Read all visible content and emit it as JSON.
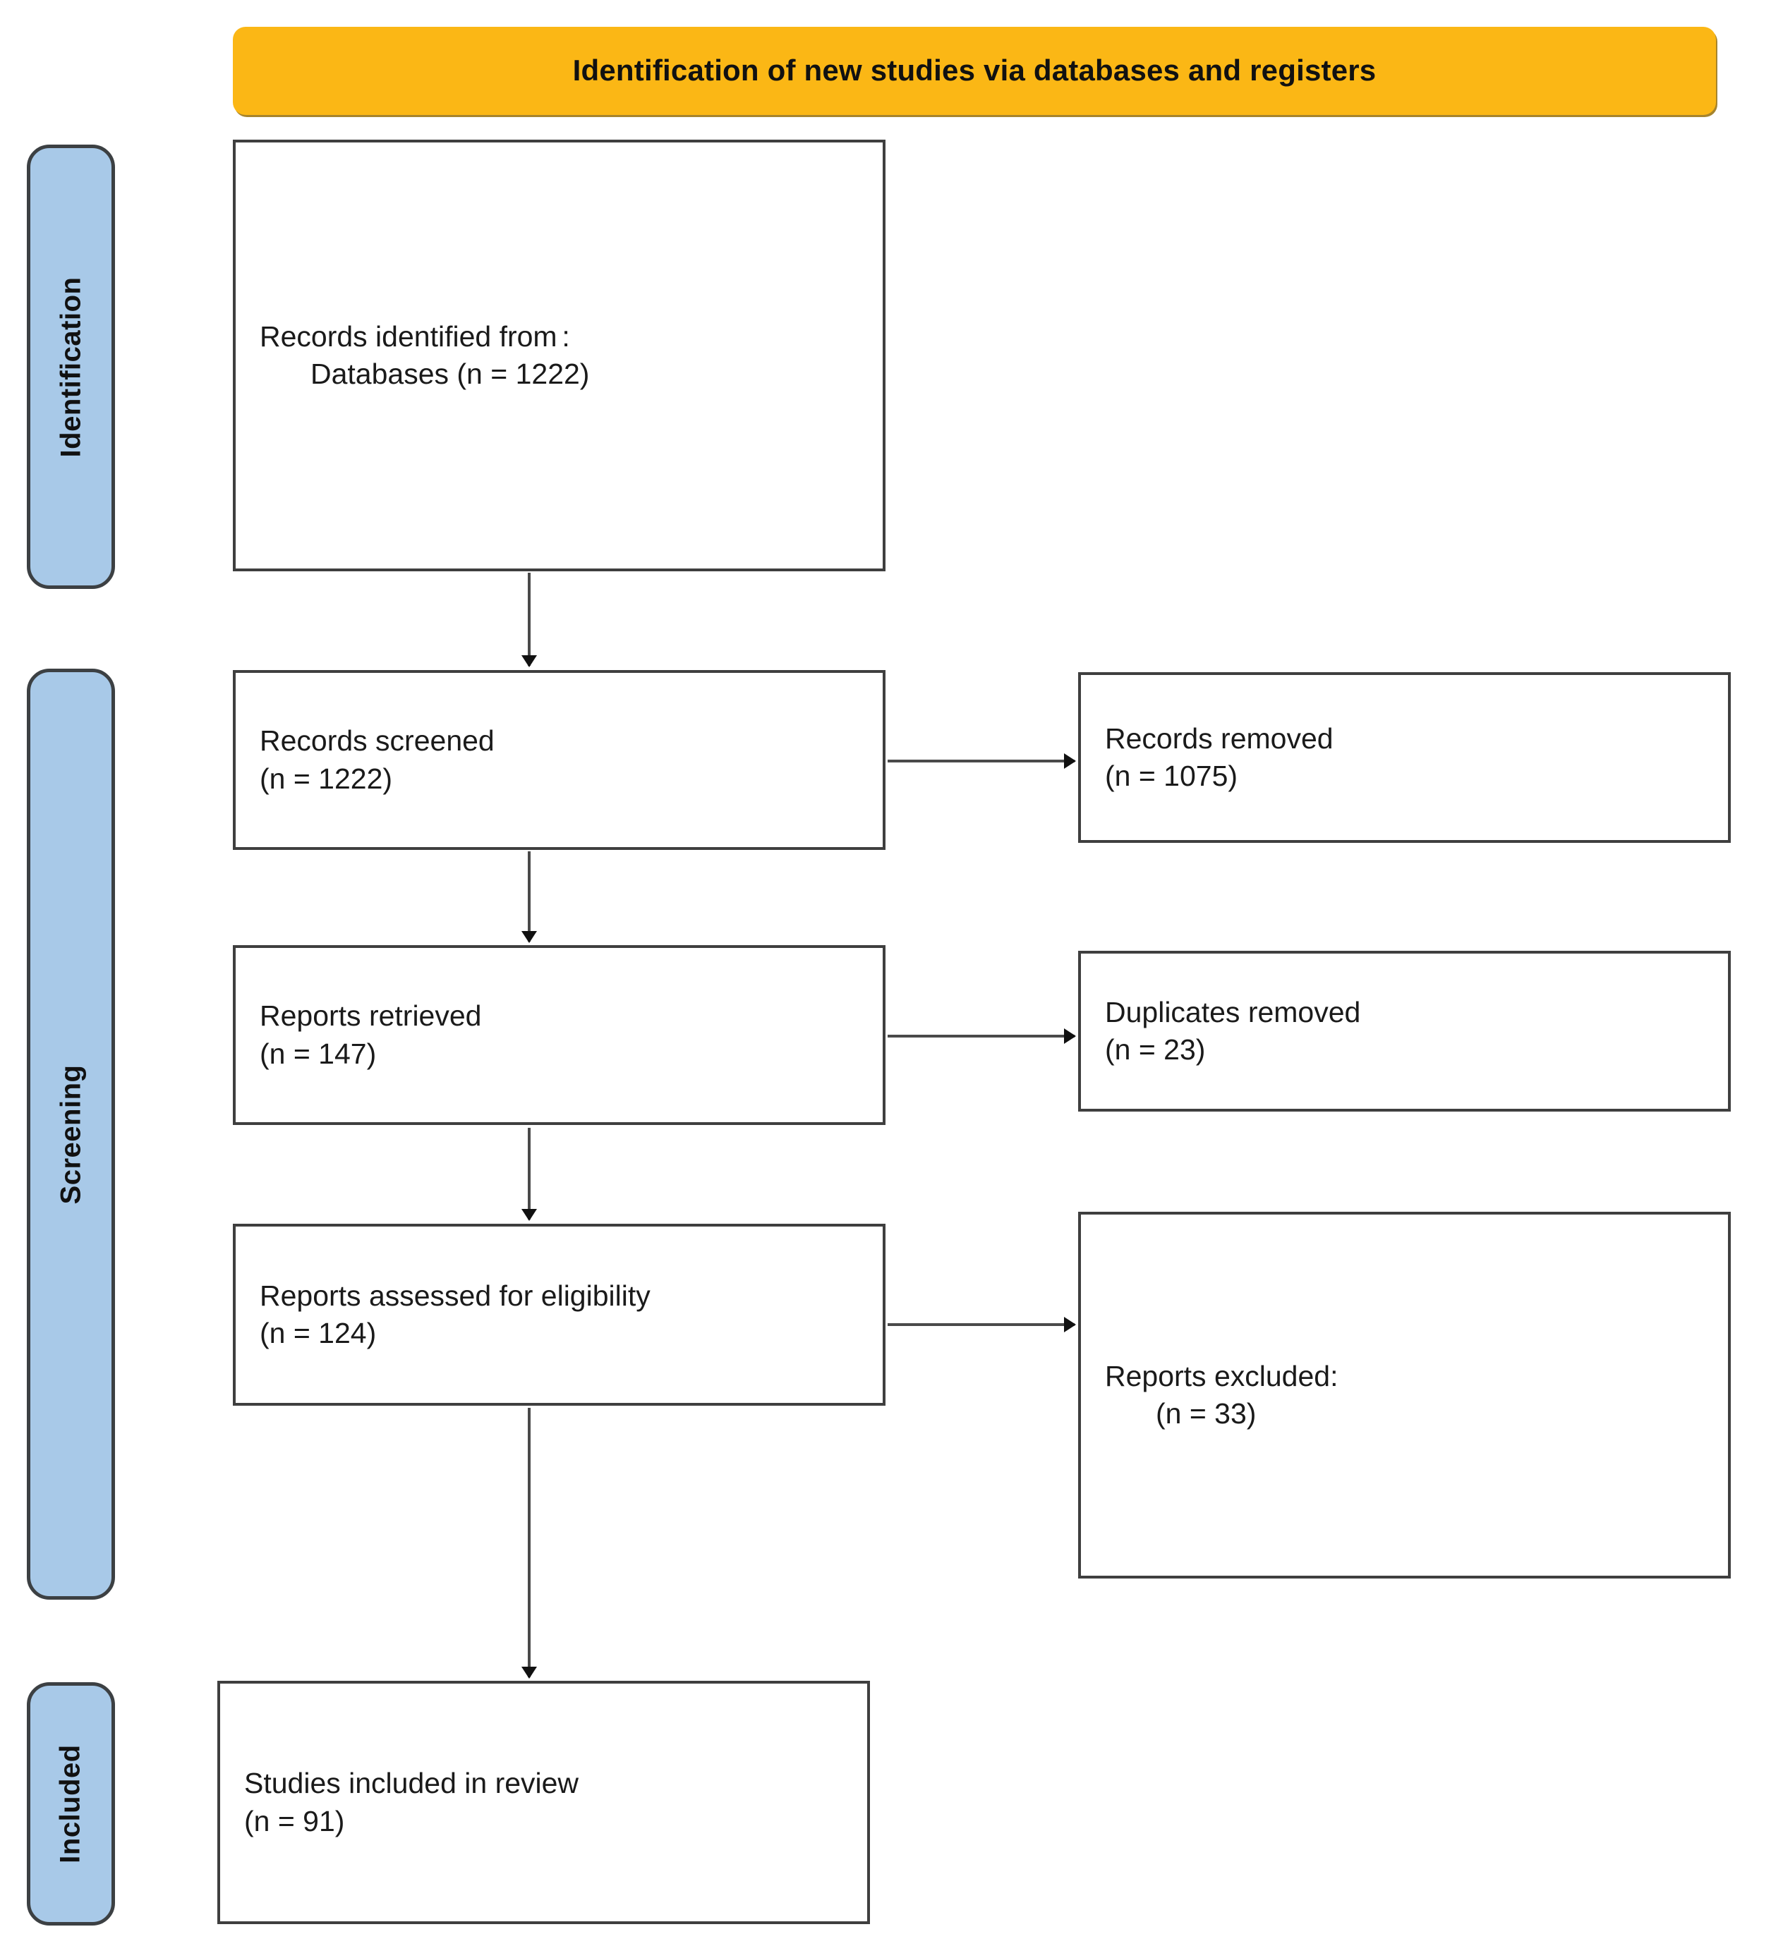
{
  "header": {
    "title": "Identification of new studies via databases and registers",
    "background_color": "#FBB715"
  },
  "stages": [
    {
      "id": "identification",
      "label": "Identification"
    },
    {
      "id": "screening",
      "label": "Screening"
    },
    {
      "id": "included",
      "label": "Included"
    }
  ],
  "stage_color": "#A8C9E8",
  "boxes": {
    "identified": {
      "line1": "Records identified from :",
      "line2": "Databases (n = 1222)"
    },
    "screened": {
      "line1": "Records screened",
      "line2": "(n = 1222)"
    },
    "records_removed": {
      "line1": "Records removed",
      "line2": "(n = 1075)"
    },
    "retrieved": {
      "line1": "Reports retrieved",
      "line2": "(n = 147)"
    },
    "duplicates_removed": {
      "line1": "Duplicates removed",
      "line2": "(n = 23)"
    },
    "assessed": {
      "line1": "Reports assessed for eligibility",
      "line2": "(n = 124)"
    },
    "reports_excluded": {
      "line1": "Reports excluded:",
      "line2": "(n = 33)"
    },
    "included_review": {
      "line1": "Studies included in review",
      "line2": "(n = 91)"
    }
  },
  "chart_data": {
    "type": "diagram",
    "title": "Identification of new studies via databases and registers",
    "diagram_kind": "PRISMA 2020 flow diagram",
    "stages": [
      "Identification",
      "Screening",
      "Included"
    ],
    "nodes": [
      {
        "id": "identified",
        "stage": "Identification",
        "label": "Records identified from: Databases",
        "n": 1222,
        "column": "main"
      },
      {
        "id": "screened",
        "stage": "Screening",
        "label": "Records screened",
        "n": 1222,
        "column": "main"
      },
      {
        "id": "records_removed",
        "stage": "Screening",
        "label": "Records removed",
        "n": 1075,
        "column": "excluded"
      },
      {
        "id": "retrieved",
        "stage": "Screening",
        "label": "Reports retrieved",
        "n": 147,
        "column": "main"
      },
      {
        "id": "duplicates_removed",
        "stage": "Screening",
        "label": "Duplicates removed",
        "n": 23,
        "column": "excluded"
      },
      {
        "id": "assessed",
        "stage": "Screening",
        "label": "Reports assessed for eligibility",
        "n": 124,
        "column": "main"
      },
      {
        "id": "reports_excluded",
        "stage": "Screening",
        "label": "Reports excluded:",
        "n": 33,
        "column": "excluded"
      },
      {
        "id": "included_review",
        "stage": "Included",
        "label": "Studies included in review",
        "n": 91,
        "column": "main"
      }
    ],
    "edges": [
      {
        "from": "identified",
        "to": "screened",
        "direction": "down"
      },
      {
        "from": "screened",
        "to": "records_removed",
        "direction": "right"
      },
      {
        "from": "screened",
        "to": "retrieved",
        "direction": "down"
      },
      {
        "from": "retrieved",
        "to": "duplicates_removed",
        "direction": "right"
      },
      {
        "from": "retrieved",
        "to": "assessed",
        "direction": "down"
      },
      {
        "from": "assessed",
        "to": "reports_excluded",
        "direction": "right"
      },
      {
        "from": "assessed",
        "to": "included_review",
        "direction": "down"
      }
    ]
  }
}
